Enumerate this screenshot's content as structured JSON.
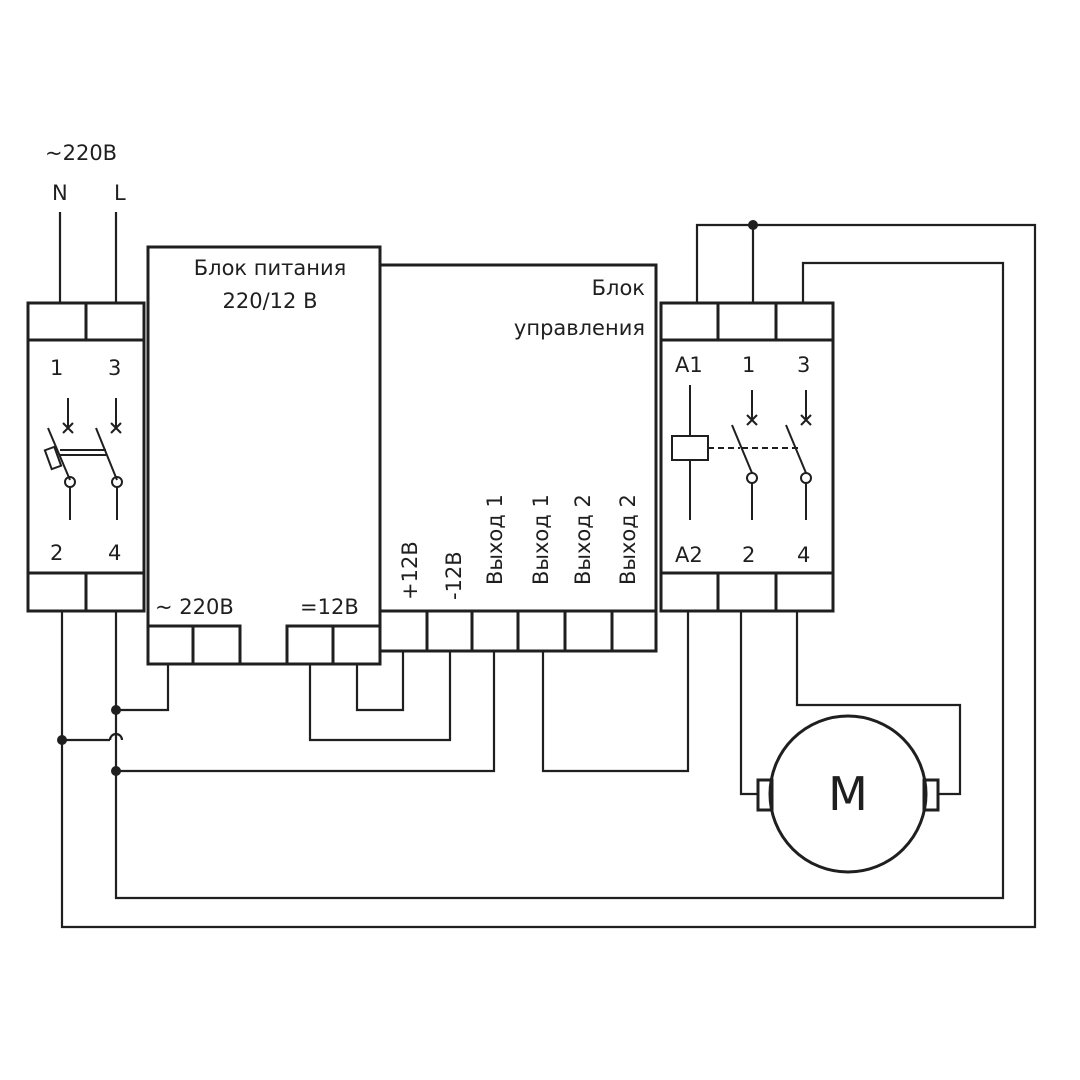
{
  "supply": {
    "voltage": "~220В",
    "neutral": "N",
    "line": "L"
  },
  "breaker": {
    "terminals": [
      "1",
      "3",
      "2",
      "4"
    ]
  },
  "power_supply": {
    "title_line1": "Блок питания",
    "title_line2": "220/12 В",
    "input_label": "~ 220В",
    "output_label": "=12В"
  },
  "controller": {
    "title_line1": "Блок",
    "title_line2": "управления",
    "pins": [
      "+12В",
      "-12В",
      "Выход 1",
      "Выход 1",
      "Выход 2",
      "Выход 2"
    ]
  },
  "contactor": {
    "terminals": [
      "A1",
      "1",
      "3",
      "A2",
      "2",
      "4"
    ]
  },
  "motor": {
    "label": "M"
  }
}
